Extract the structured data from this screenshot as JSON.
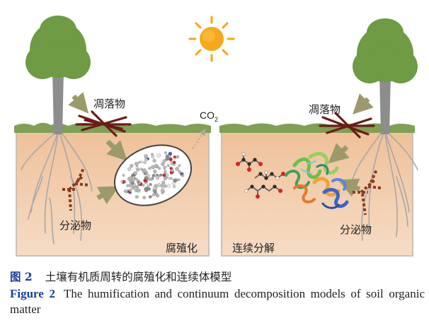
{
  "diagram": {
    "left_panel": {
      "litter_label": "凋落物",
      "exudate_label": "分泌物",
      "model_label": "腐殖化"
    },
    "right_panel": {
      "litter_label": "凋落物",
      "exudate_label": "分泌物",
      "model_label": "连续分解"
    },
    "gas_label": "CO",
    "gas_subscript": "2",
    "colors": {
      "soil_fill": "#efc9a6",
      "soil_border": "#c8c2bc",
      "grass": "#7fa055",
      "tree_crown": "#6e9b43",
      "trunk": "#8c8c8c",
      "litter": "#6b1c17",
      "arrow": "#9c9a6b",
      "exudate": "#8a3c1e",
      "sun": "#f2a51d"
    }
  },
  "caption": {
    "zh_number": "图 2",
    "zh_text": "土壤有机质周转的腐殖化和连续体模型",
    "en_number": "Figure 2",
    "en_text": "The humification and continuum decomposition models of soil organic matter"
  }
}
